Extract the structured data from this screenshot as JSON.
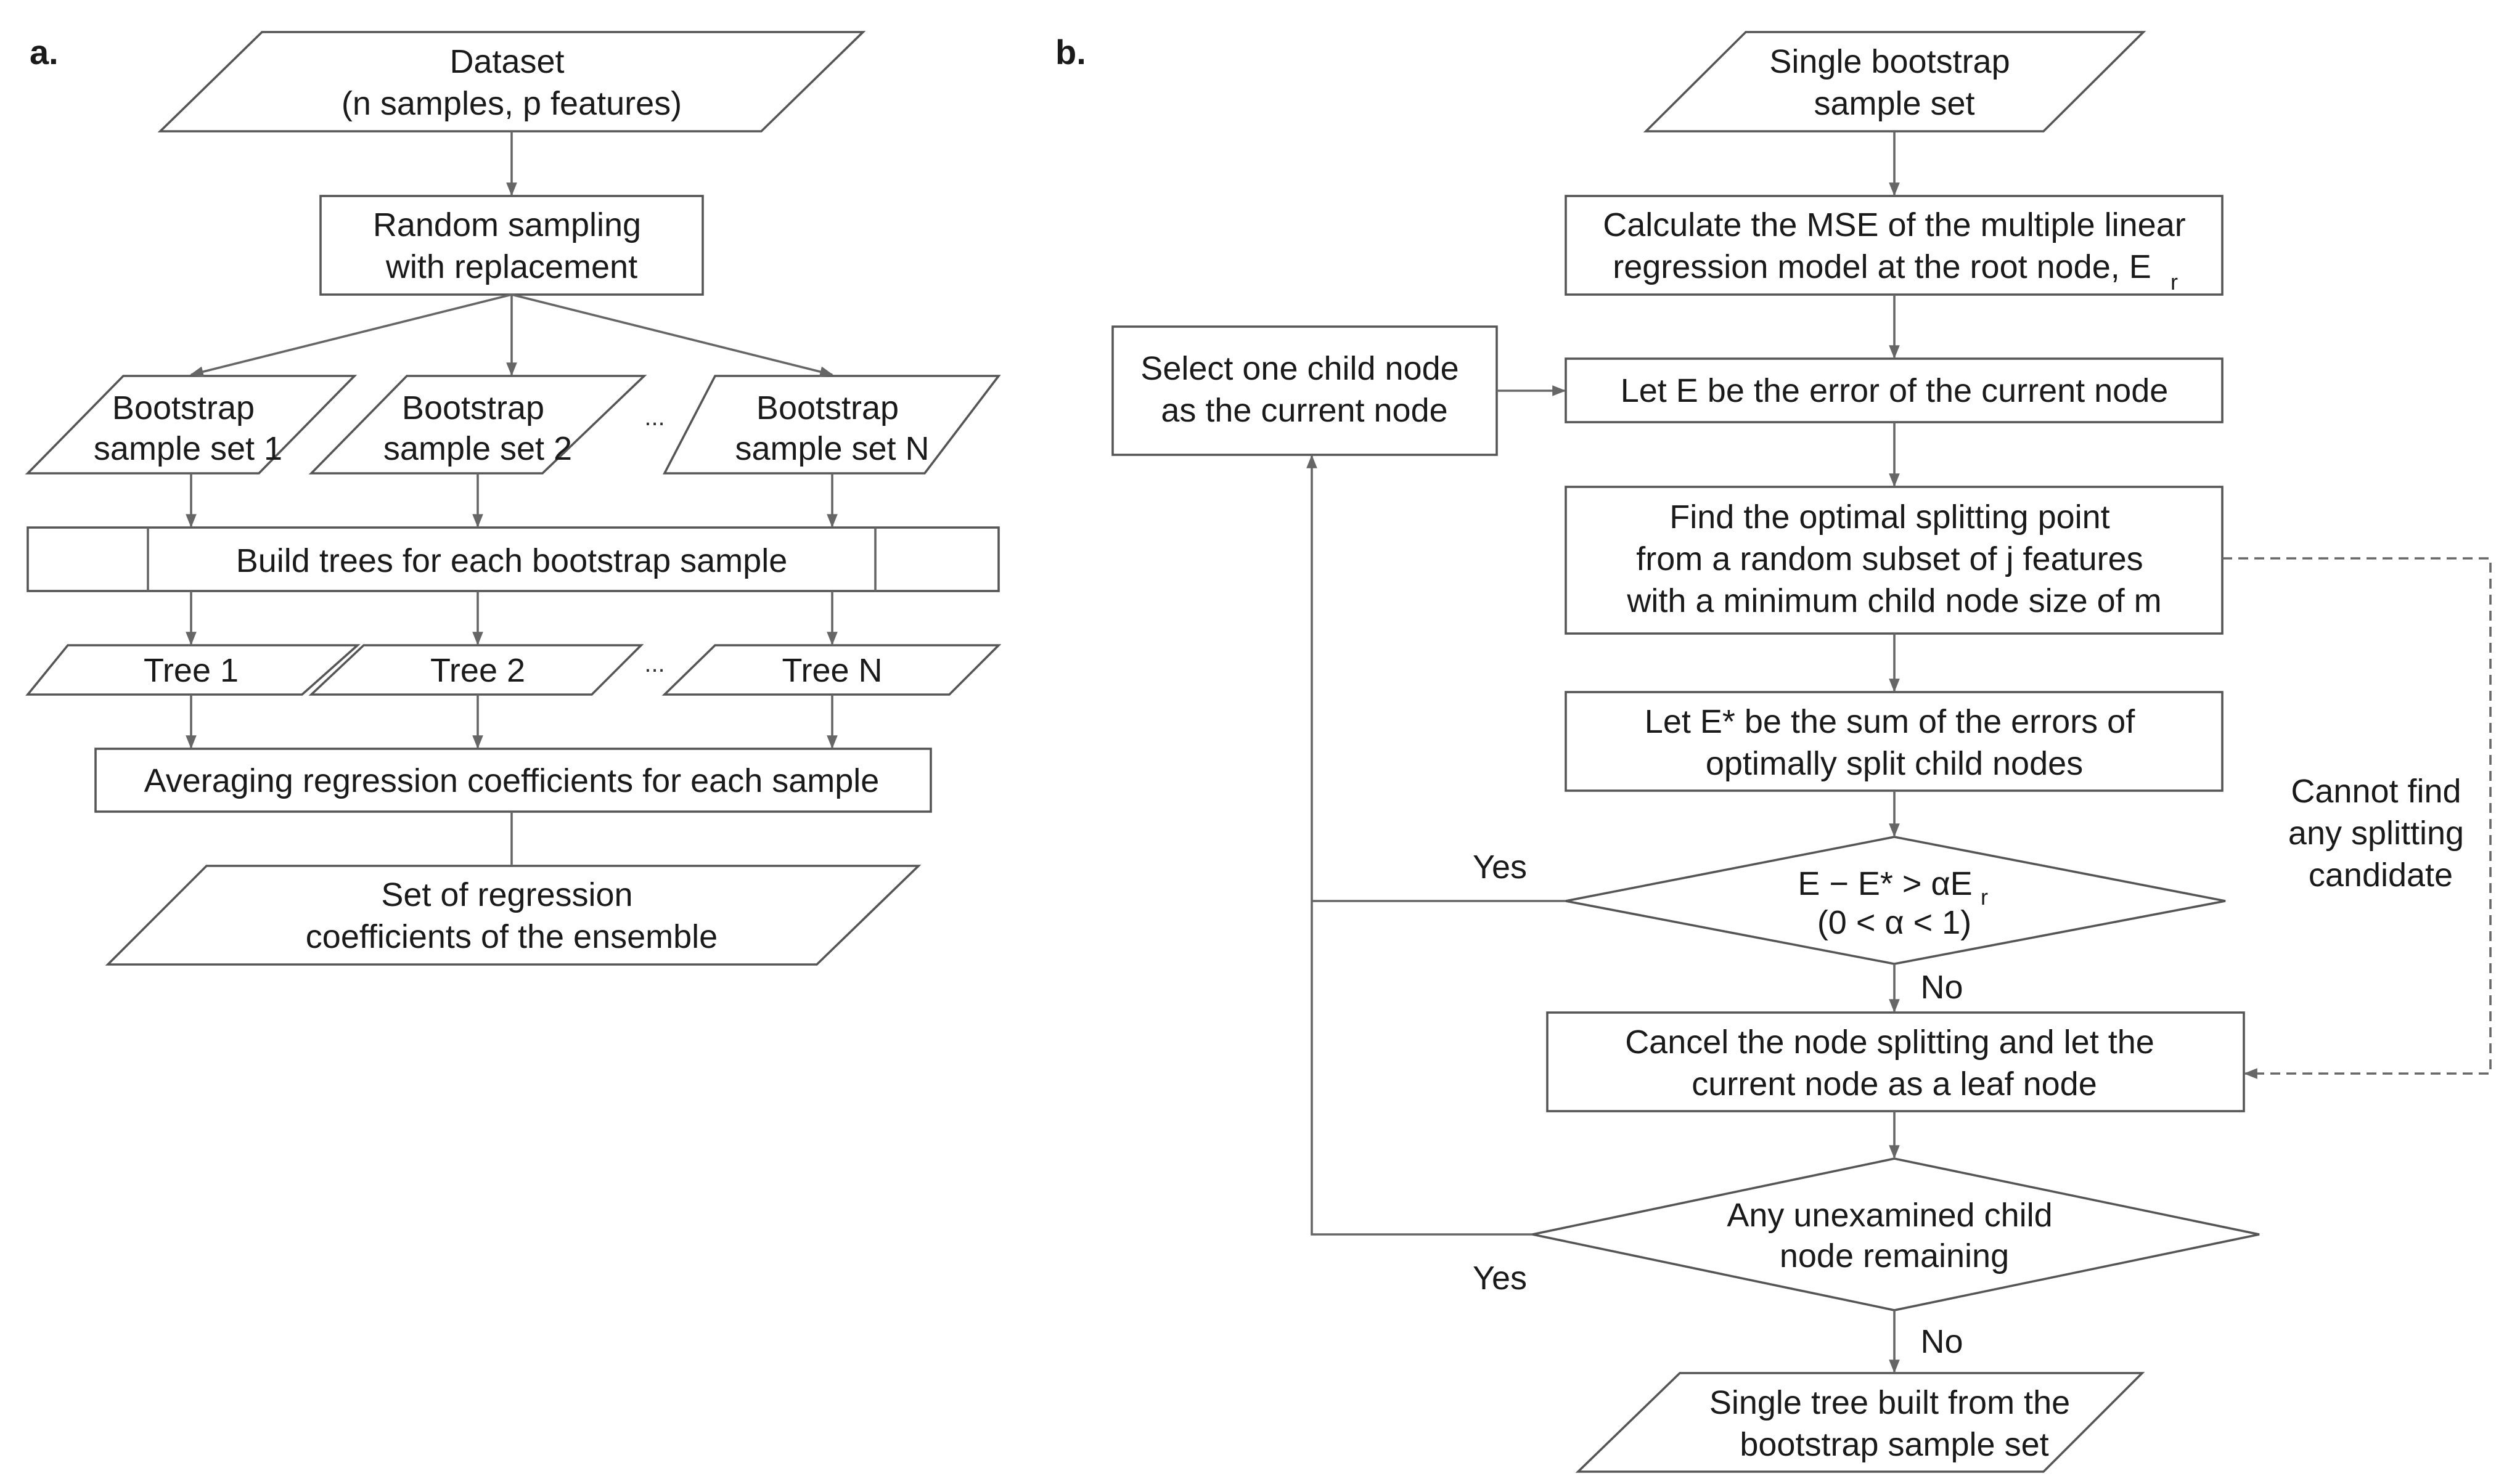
{
  "panel_a": {
    "label": "a.",
    "dataset": [
      "Dataset",
      "(n samples, p features)"
    ],
    "sampling": [
      "Random sampling",
      "with replacement"
    ],
    "bootstrap_1": [
      "Bootstrap",
      "sample set 1"
    ],
    "bootstrap_2": [
      "Bootstrap",
      "sample set 2"
    ],
    "bootstrap_n": [
      "Bootstrap",
      "sample set N"
    ],
    "ellipsis": "...",
    "build_trees": "Build trees for each bootstrap sample",
    "tree_1": "Tree 1",
    "tree_2": "Tree 2",
    "tree_n": "Tree N",
    "averaging": "Averaging regression coefficients for each sample",
    "result": [
      "Set of regression",
      "coefficients of the ensemble"
    ]
  },
  "panel_b": {
    "label": "b.",
    "start": [
      "Single bootstrap",
      "sample set"
    ],
    "calc_mse_line1": "Calculate the MSE of the multiple linear",
    "calc_mse_line2": "regression model at the root node, E",
    "calc_mse_sub": "r",
    "let_e": "Let E be the error of the current node",
    "select_child": [
      "Select one child node",
      "as the current node"
    ],
    "find_split": [
      "Find the optimal splitting point",
      "from a random subset of j features",
      "with a minimum child node size of m"
    ],
    "let_estar": [
      "Let E* be the sum of the errors of",
      "optimally split child nodes"
    ],
    "condition_line1": "E − E* > αE",
    "condition_sub": "r",
    "condition_line2": "(0 < α < 1)",
    "cancel": [
      "Cancel the node splitting and let the",
      "current node as a leaf node"
    ],
    "any_unexamined": [
      "Any unexamined child",
      "node remaining"
    ],
    "end": [
      "Single tree built from the",
      "bootstrap sample set"
    ],
    "yes_1": "Yes",
    "no_1": "No",
    "yes_2": "Yes",
    "no_2": "No",
    "cannot_find": [
      "Cannot find",
      "any splitting",
      "candidate"
    ]
  }
}
